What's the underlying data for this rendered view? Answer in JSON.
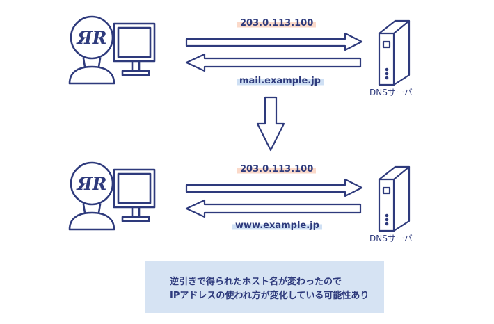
{
  "top": {
    "ip": "203.0.113.100",
    "hostname": "mail.example.jp",
    "server_label": "DNSサーバ"
  },
  "bottom": {
    "ip": "203.0.113.100",
    "hostname": "www.example.jp",
    "server_label": "DNSサーバ"
  },
  "note": {
    "line1": "逆引きで得られたホスト名が変わったので",
    "line2": "IPアドレスの使われ方が変化している可能性あり"
  },
  "colors": {
    "ink": "#2e3a7c",
    "ip_highlight": "#fbd9c9",
    "host_highlight": "#cfe0f4",
    "note_bg": "#d6e3f3"
  }
}
